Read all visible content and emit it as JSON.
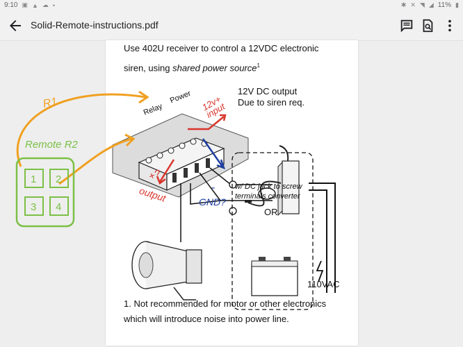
{
  "status_bar": {
    "time": "9:10",
    "battery": "11%"
  },
  "app_bar": {
    "title": "Solid-Remote-instructions.pdf",
    "icons": [
      "arrow-back-icon",
      "comment-icon",
      "search-document-icon",
      "more-vert-icon"
    ]
  },
  "document": {
    "heading_line1": "Use 402U receiver to control a 12VDC electronic",
    "heading_line2_prefix": "siren, using ",
    "heading_line2_italic": "shared power source",
    "heading_superscript": "1",
    "terminal_label_relay": "Relay",
    "terminal_label_power": "Power",
    "output_label_line1": "12V DC output",
    "output_label_line2": "Due to siren req.",
    "converter_line1": "w/ DC jack to screw",
    "converter_line2": "terminals converter",
    "or_label": "OR",
    "ac_label": "110VAC",
    "footnote_line1": "1. Not recommended for motor or other electronics",
    "footnote_line2": "which will introduce noise into power line."
  },
  "annotations": {
    "r1": "R1",
    "remote_r2": "Remote R2",
    "keys": [
      "1",
      "2",
      "3",
      "4"
    ],
    "input_12v": "12v+ input",
    "output_plus": "+?",
    "output": "output",
    "minus": "-",
    "gnd": "GND?",
    "colors": {
      "orange": "#f0a020",
      "green": "#7cc046",
      "red": "#d9342b",
      "blue": "#1f3fa0"
    }
  }
}
